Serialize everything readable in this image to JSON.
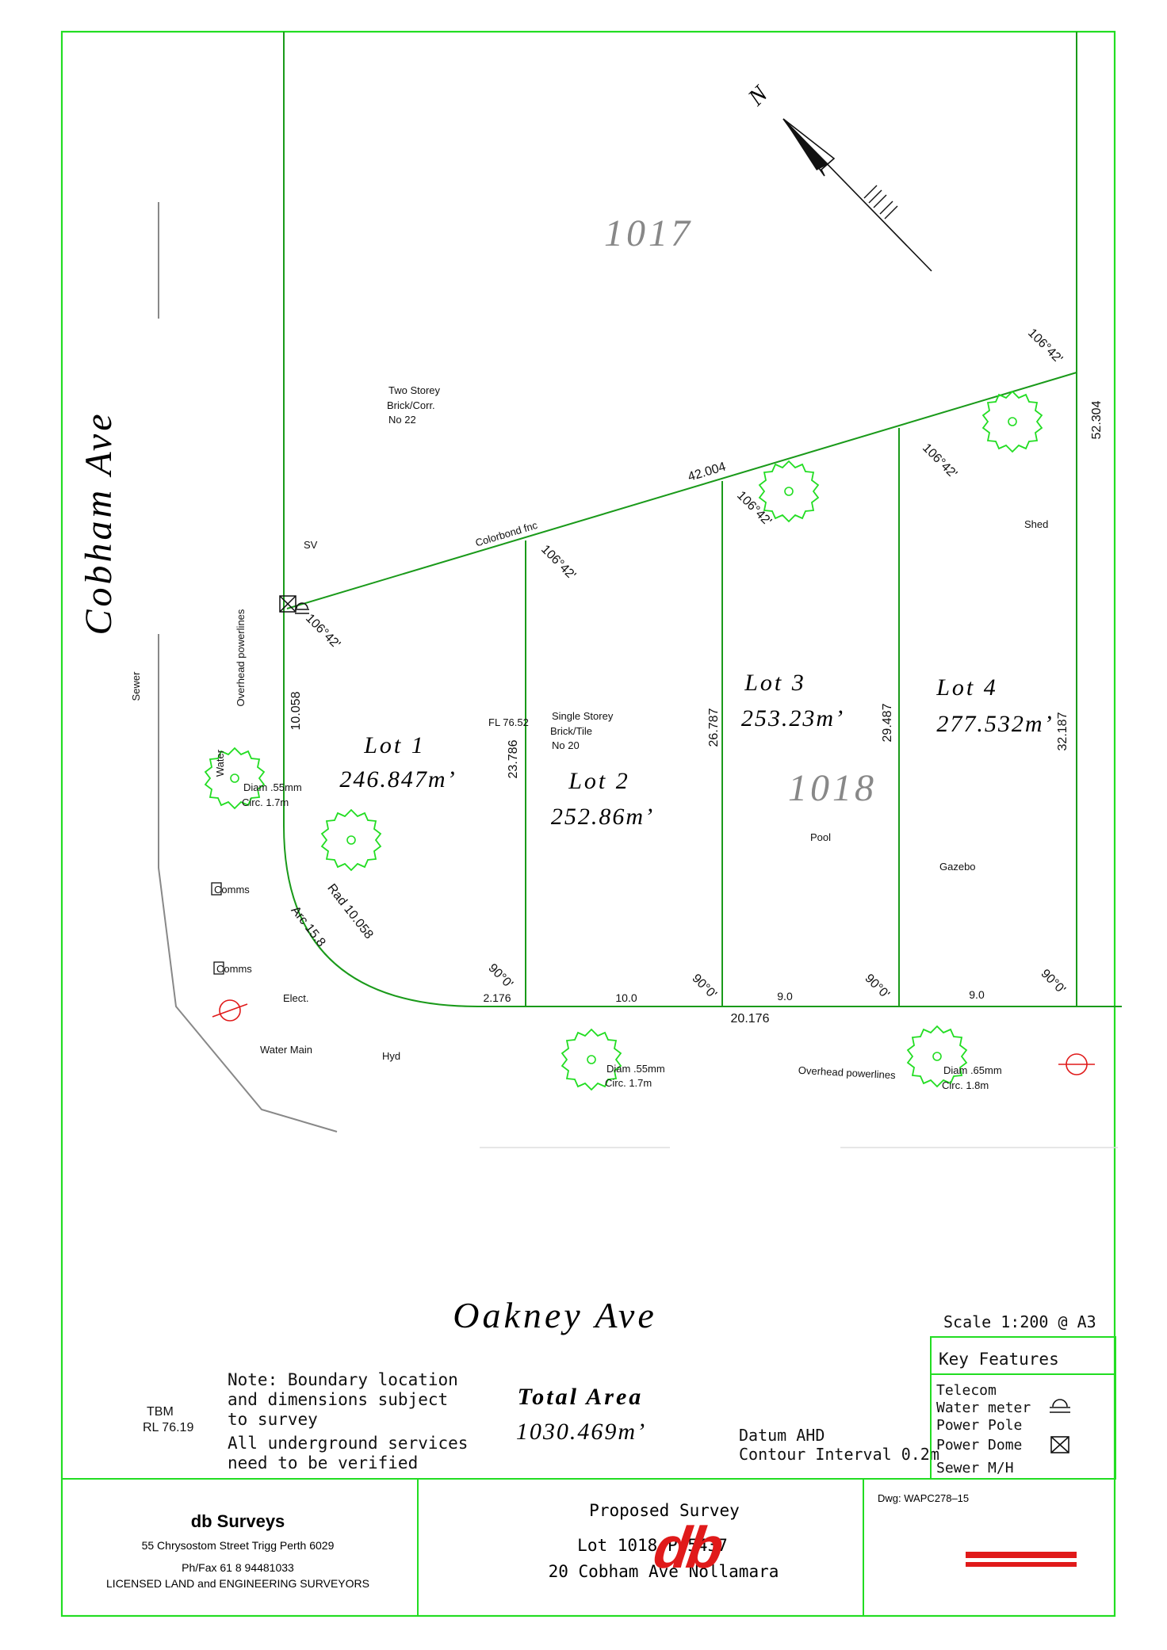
{
  "streets": {
    "west": "Cobham Ave",
    "south": "Oakney Ave"
  },
  "lots": {
    "neighbour_north": "1017",
    "parent": "1018",
    "lot1": {
      "name": "Lot 1",
      "area": "246.847m’"
    },
    "lot2": {
      "name": "Lot 2",
      "area": "252.86m’"
    },
    "lot3": {
      "name": "Lot 3",
      "area": "253.23m’"
    },
    "lot4": {
      "name": "Lot 4",
      "area": "277.532m’"
    }
  },
  "north_label": "N",
  "dimensions": {
    "bearing": "106°42'",
    "right_angle": "90°0'",
    "north_boundary": "42.004",
    "east_boundary": "52.304",
    "west_truncation": "10.058",
    "div1": "23.786",
    "div2": "26.787",
    "div3": "29.487",
    "east_lot4": "32.187",
    "front1": "2.176",
    "front2": "10.0",
    "front3": "9.0",
    "front4": "9.0",
    "south_total": "20.176",
    "radius": "Rad 10.058",
    "arc": "Arc 15.8"
  },
  "features": {
    "two_storey": [
      "Two Storey",
      "Brick/Corr.",
      "No 22"
    ],
    "single_storey": [
      "Single Storey",
      "Brick/Tile",
      "No 20"
    ],
    "fl": "FL 76.52",
    "sv": "SV",
    "colorbond": "Colorbond fnc",
    "overhead_west": "Overhead powerlines",
    "overhead_south": "Overhead powerlines",
    "sewer": "Sewer",
    "water": "Water",
    "water_main": "Water Main",
    "comms": "Comms",
    "elect": "Elect.",
    "hyd": "Hyd",
    "pool": "Pool",
    "gazebo": "Gazebo",
    "shed": "Shed",
    "tree1": [
      "Diam .55mm",
      "Circ. 1.7m"
    ],
    "tree2": [
      "Diam .55mm",
      "Circ. 1.7m"
    ],
    "tree3": [
      "Diam .65mm",
      "Circ. 1.8m"
    ]
  },
  "tbm": [
    "TBM",
    "RL 76.19"
  ],
  "note": [
    "Note: Boundary location",
    "and dimensions subject",
    "to survey",
    "All underground services",
    "need to be verified"
  ],
  "total_area": {
    "label": "Total Area",
    "value": "1030.469m’"
  },
  "datum": [
    "Datum AHD",
    "Contour Interval 0.2m"
  ],
  "scale": "Scale 1:200 @ A3",
  "key": {
    "title": "Key Features",
    "items": [
      "Telecom",
      "Water meter",
      "Power Pole",
      "Power Dome",
      "Sewer M/H"
    ]
  },
  "title_block": {
    "company": "db Surveys",
    "address": "55 Chrysostom Street Trigg Perth 6029",
    "phone": "Ph/Fax 61 8 94481033",
    "licence": "LICENSED LAND and ENGINEERING SURVEYORS",
    "proposed": "Proposed Survey",
    "lot_ref": "Lot 1018 P 5437",
    "address2": "20 Cobham Ave Nollamara",
    "dwg": "Dwg: WAPC278–15",
    "logo": "db"
  },
  "colors": {
    "frame": "#22dd22",
    "boundary": "#1a9a1a",
    "tree": "#22dd22",
    "logo": "#e01a1a",
    "text": "#111111",
    "grey": "#888888"
  }
}
